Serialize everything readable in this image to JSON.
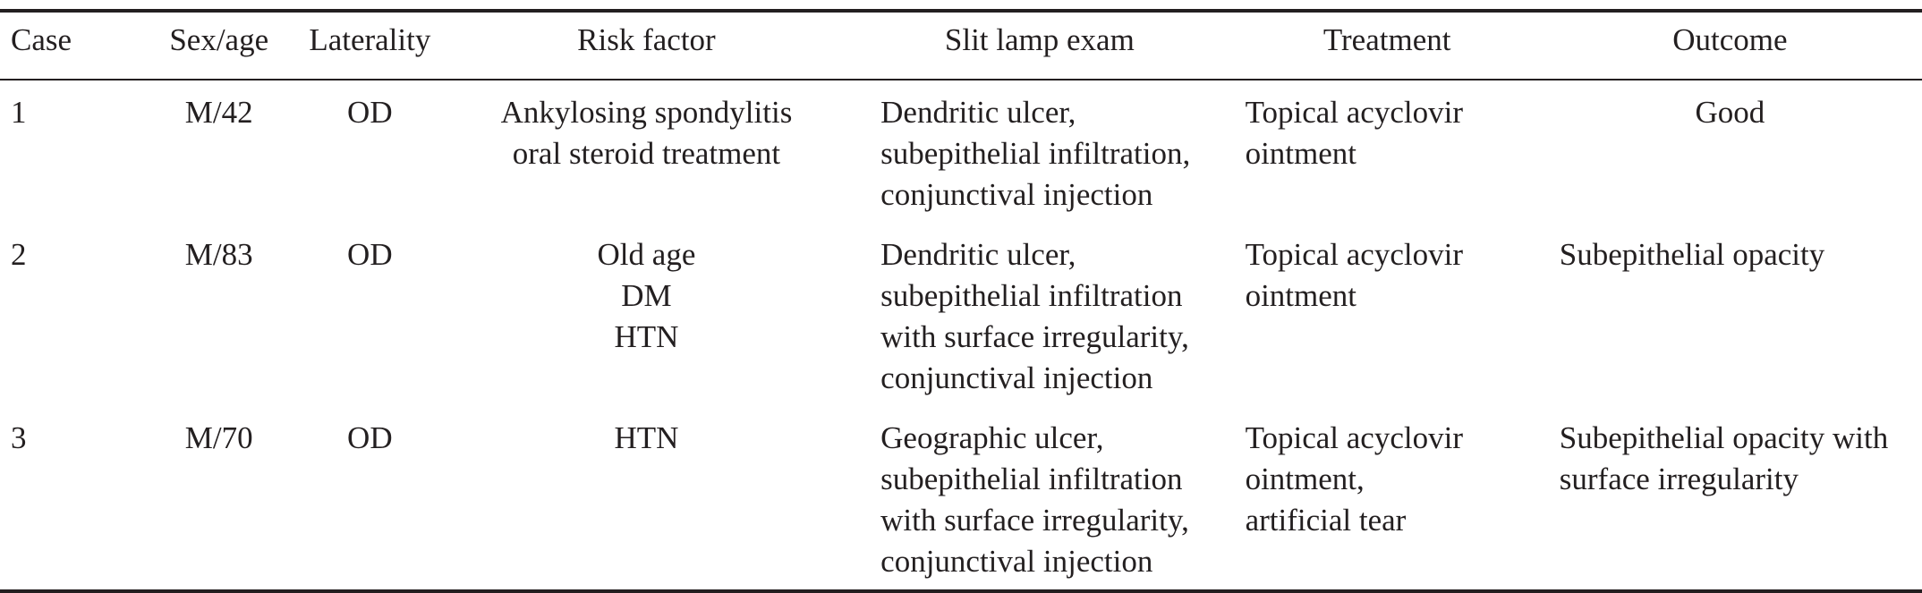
{
  "table": {
    "headers": [
      "Case",
      "Sex/age",
      "Laterality",
      "Risk factor",
      "Slit lamp exam",
      "Treatment",
      "Outcome"
    ],
    "rows": [
      {
        "case": "1",
        "sex_age": "M/42",
        "laterality": "OD",
        "risk_factor": [
          "Ankylosing spondylitis",
          "oral steroid treatment"
        ],
        "slit_lamp_exam": [
          "Dendritic ulcer,",
          "subepithelial infiltration,",
          "conjunctival injection"
        ],
        "treatment": [
          "Topical acyclovir",
          "ointment"
        ],
        "outcome": [
          "Good"
        ]
      },
      {
        "case": "2",
        "sex_age": "M/83",
        "laterality": "OD",
        "risk_factor": [
          "Old age",
          "DM",
          "HTN"
        ],
        "slit_lamp_exam": [
          "Dendritic ulcer,",
          "subepithelial infiltration",
          "with surface irregularity,",
          "conjunctival injection"
        ],
        "treatment": [
          "Topical acyclovir",
          "ointment"
        ],
        "outcome": [
          "Subepithelial opacity"
        ]
      },
      {
        "case": "3",
        "sex_age": "M/70",
        "laterality": "OD",
        "risk_factor": [
          "HTN"
        ],
        "slit_lamp_exam": [
          "Geographic ulcer,",
          "subepithelial infiltration",
          "with surface irregularity,",
          "conjunctival injection"
        ],
        "treatment": [
          "Topical acyclovir",
          "ointment,",
          "artificial tear"
        ],
        "outcome": [
          "Subepithelial opacity with",
          "surface irregularity"
        ]
      }
    ]
  }
}
